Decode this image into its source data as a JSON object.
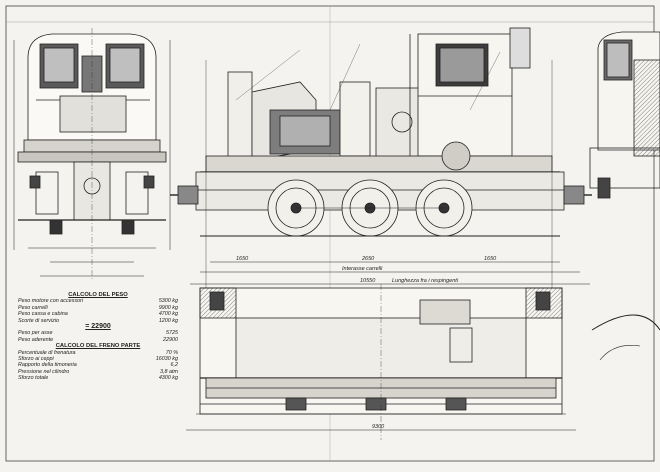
{
  "calc": {
    "title1": "CALCOLO DEL PESO",
    "rows1": [
      {
        "label": "Peso motore con accessori",
        "value": "5300 kg"
      },
      {
        "label": "Peso carrelli",
        "value": "9900 kg"
      },
      {
        "label": "Peso cassa e cabina",
        "value": "4700 kg"
      },
      {
        "label": "Scorte di servizio",
        "value": "1200 kg"
      }
    ],
    "total1": "= 22900",
    "rows1b": [
      {
        "label": "Peso per asse",
        "value": "5725"
      },
      {
        "label": "Peso aderente",
        "value": "22900"
      }
    ],
    "title2": "CALCOLO DEL FRENO PARTE",
    "rows2": [
      {
        "label": "Percentuale di frenatura",
        "value": "70 %"
      },
      {
        "label": "Sforzo ai ceppi",
        "value": "16030 kg"
      },
      {
        "label": "Rapporto della timoneria",
        "value": "6,2"
      },
      {
        "label": "Pressione nel cilindro",
        "value": "3,8 atm"
      },
      {
        "label": "Sforzo totale",
        "value": "4300 kg"
      }
    ]
  },
  "dims": {
    "d1": "1650",
    "d2": "2650",
    "d3": "1650",
    "axle": "Interasse carrelli",
    "total": "10550",
    "buffers": "Lunghezza fra i respingenti",
    "plan": "9300"
  }
}
